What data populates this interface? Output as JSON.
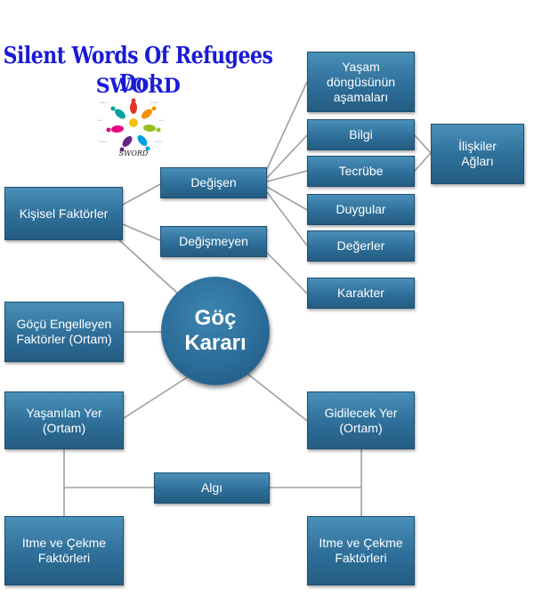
{
  "header": {
    "title": "Silent Words Of Refugees Do!",
    "subtitle": "SWORD",
    "logo_label": "SWORD"
  },
  "colors": {
    "box": "#2e6f99",
    "line": "#9aa0a6",
    "title": "#1a1ad8"
  },
  "nodes": {
    "center": [
      "Göç",
      "Kararı"
    ],
    "kisisel": "Kişisel Faktörler",
    "degisen": "Değişen",
    "degismeyen": "Değişmeyen",
    "yasam": [
      "Yaşam",
      "döngüsünün",
      "aşamaları"
    ],
    "bilgi": "Bilgi",
    "tecrube": "Tecrübe",
    "duygular": "Duygular",
    "degerler": "Değerler",
    "karakter": "Karakter",
    "iliskiler": [
      "İlişkiler",
      "Ağları"
    ],
    "gocu": [
      "Göçü Engelleyen",
      "Faktörler (Ortam)"
    ],
    "yasanilan": [
      "Yaşanılan Yer",
      "(Ortam)"
    ],
    "gidilecek": [
      "Gidilecek Yer",
      "(Ortam)"
    ],
    "algi": "Algı",
    "itme_left": [
      "Itme ve Çekme",
      "Faktörleri"
    ],
    "itme_right": [
      "Itme ve Çekme",
      "Faktörleri"
    ]
  }
}
